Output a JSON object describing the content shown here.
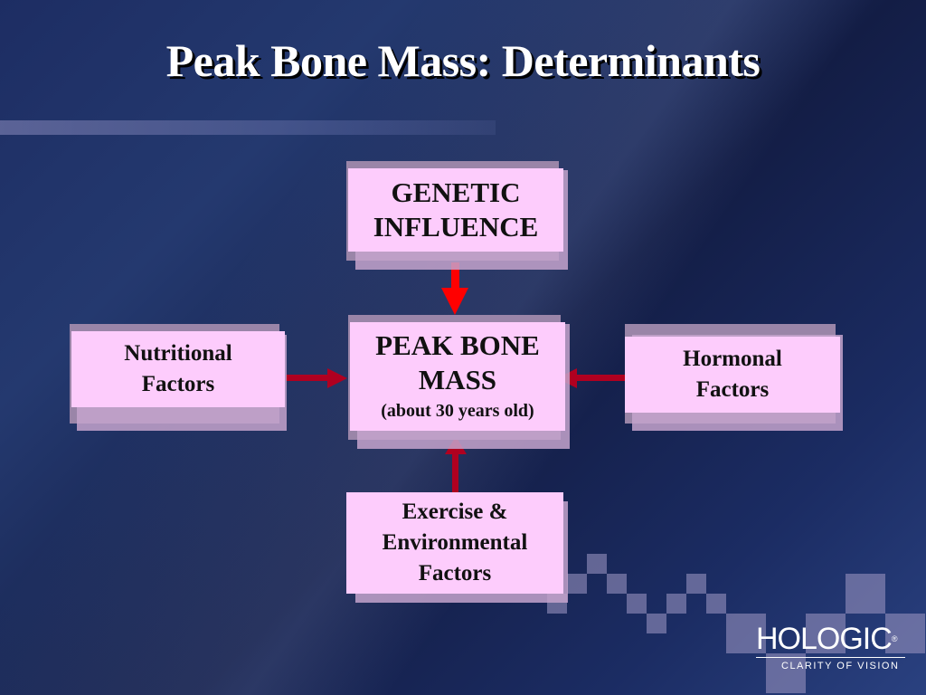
{
  "slide": {
    "title": "Peak Bone Mass: Determinants",
    "colors": {
      "background": "#1b2a5e",
      "box_fill": "#fdccfc",
      "box_shadow": "#9a85a8",
      "arrow_top": "#ff0000",
      "arrow_other": "#b00020",
      "text": "#111111"
    }
  },
  "diagram": {
    "center": {
      "line1": "PEAK BONE",
      "line2": "MASS",
      "note": "(about 30 years old)"
    },
    "top": {
      "line1": "GENETIC",
      "line2": "INFLUENCE"
    },
    "left": {
      "line1": "Nutritional",
      "line2": "Factors"
    },
    "right": {
      "line1": "Hormonal",
      "line2": "Factors"
    },
    "bottom": {
      "line1": "Exercise &",
      "line2": "Environmental",
      "line3": "Factors"
    }
  },
  "logo": {
    "name": "HOLOGIC",
    "registered": "®",
    "tagline": "CLARITY OF VISION"
  }
}
